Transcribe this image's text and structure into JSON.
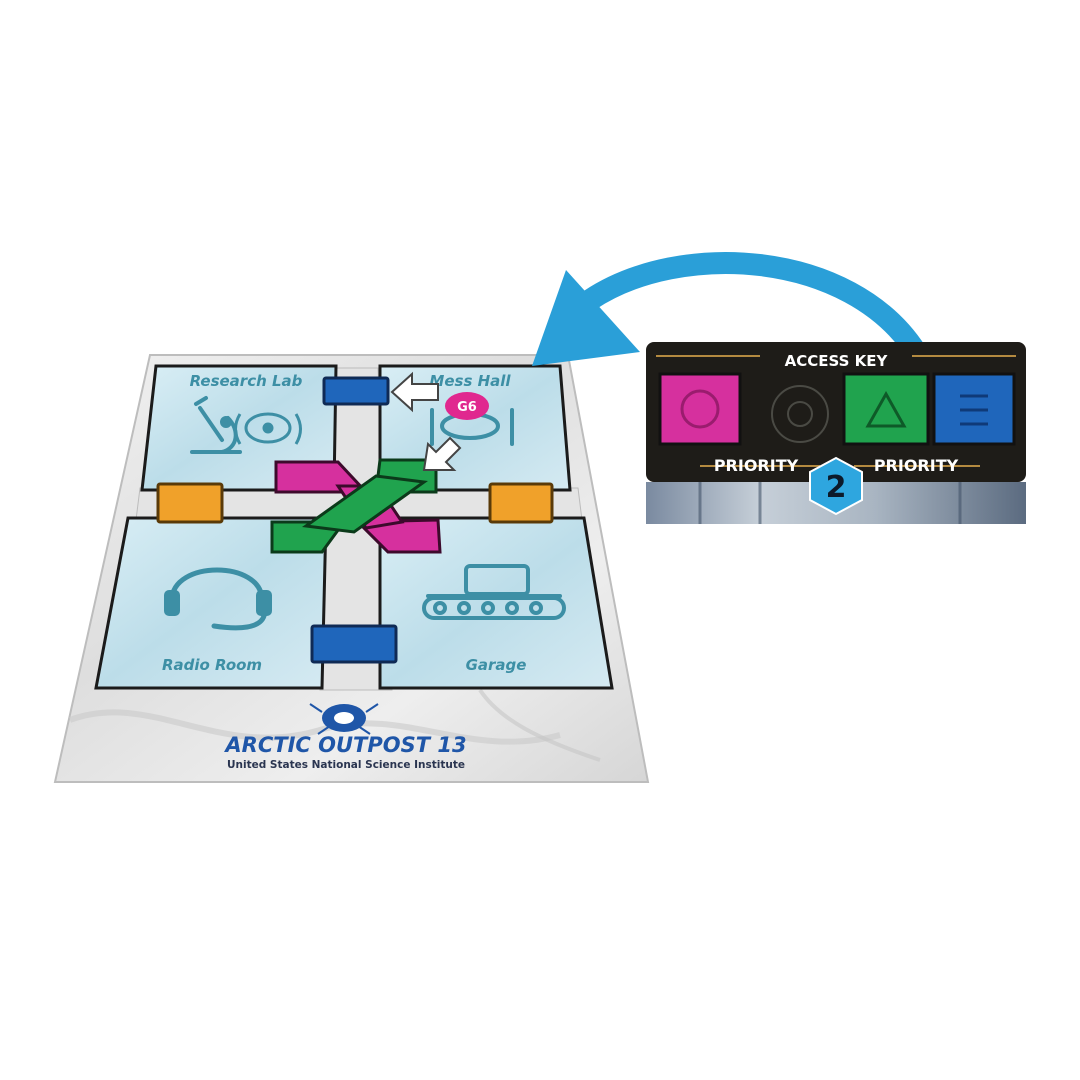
{
  "board": {
    "rooms": {
      "research_lab": "Research Lab",
      "mess_hall": "Mess Hall",
      "radio_room": "Radio Room",
      "garage": "Garage"
    },
    "badge": "G6",
    "title": "ARCTIC OUTPOST 13",
    "subtitle": "United States National Science Institute"
  },
  "card": {
    "header": "ACCESS KEY",
    "priority_left": "PRIORITY",
    "priority_right": "PRIORITY",
    "priority_value": "2",
    "keys": [
      {
        "color": "#d6309e",
        "symbol": "circle-icon"
      },
      {
        "color": "#20a34e",
        "symbol": "triangle-icon"
      },
      {
        "color": "#1f66bb",
        "symbol": "bars-icon"
      }
    ]
  },
  "colors": {
    "magenta": "#d6309e",
    "green": "#20a34e",
    "blue": "#1f66bb",
    "orange": "#f0a12a",
    "arrow": "#2a9fd8",
    "room_fill": "#cfe6ef",
    "room_label": "#3d8fa5"
  }
}
